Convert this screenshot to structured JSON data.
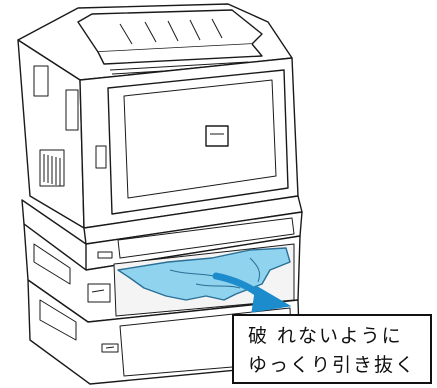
{
  "illustration": {
    "subject": "printer-with-stacked-paper-trays",
    "colors": {
      "outline": "#1a1a1a",
      "body": "#ffffff",
      "paper": "#8fd3ee",
      "paper_edge": "#2a6f95",
      "arrow": "#1d8ccc",
      "callout_border": "#111111"
    }
  },
  "callout": {
    "line1": "破 れないように",
    "line2": "ゆっくり引き抜く"
  }
}
